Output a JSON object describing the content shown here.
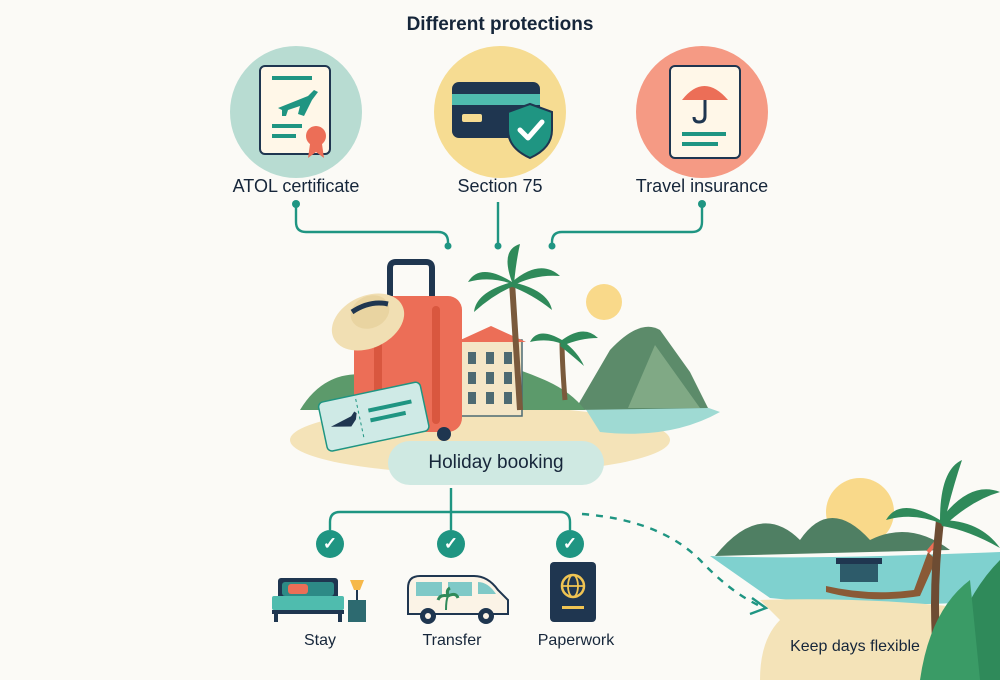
{
  "title": "Different protections",
  "protections": [
    {
      "label": "ATOL certificate",
      "icon": "certificate-plane-icon",
      "bg": "#b8dcd2"
    },
    {
      "label": "Section 75",
      "icon": "credit-card-shield-icon",
      "bg": "#f6dc92"
    },
    {
      "label": "Travel insurance",
      "icon": "umbrella-document-icon",
      "bg": "#f59a84"
    }
  ],
  "booking": {
    "label": "Holiday booking"
  },
  "bookingItems": [
    {
      "label": "Stay",
      "icon": "bed-icon"
    },
    {
      "label": "Transfer",
      "icon": "van-icon"
    },
    {
      "label": "Paperwork",
      "icon": "passport-icon"
    }
  ],
  "flexible": {
    "label": "Keep days flexible"
  },
  "colors": {
    "teal": "#1f9582",
    "coral": "#ec6e57",
    "sand": "#f4e3b8",
    "sea": "#7fd1cf",
    "navy": "#1f3650"
  }
}
